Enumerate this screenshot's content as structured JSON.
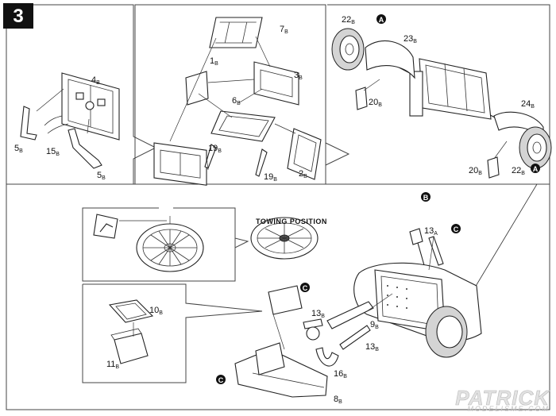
{
  "step": {
    "number": "3"
  },
  "panels": {
    "frame": "frame",
    "axle": "axle",
    "hub_detail": "hub-detail",
    "box_detail": "box-detail",
    "chassis": "chassis"
  },
  "labels": {
    "p4": {
      "num": "4",
      "sub": "B"
    },
    "p5a": {
      "num": "5",
      "sub": "B"
    },
    "p5b": {
      "num": "5",
      "sub": "B"
    },
    "p15": {
      "num": "15",
      "sub": "B"
    },
    "p7": {
      "num": "7",
      "sub": "B"
    },
    "p1": {
      "num": "1",
      "sub": "B"
    },
    "p3": {
      "num": "3",
      "sub": "B"
    },
    "p6": {
      "num": "6",
      "sub": "B"
    },
    "p19a": {
      "num": "19",
      "sub": "B"
    },
    "p19b": {
      "num": "19",
      "sub": "B"
    },
    "p2": {
      "num": "2",
      "sub": "B"
    },
    "p22a": {
      "num": "22",
      "sub": "B"
    },
    "p23": {
      "num": "23",
      "sub": "B"
    },
    "p20a": {
      "num": "20",
      "sub": "B"
    },
    "p24": {
      "num": "24",
      "sub": "B"
    },
    "p20b": {
      "num": "20",
      "sub": "B"
    },
    "p22b": {
      "num": "22",
      "sub": "B"
    },
    "p13a": {
      "num": "13",
      "sub": "A"
    },
    "p10": {
      "num": "10",
      "sub": "B"
    },
    "p11": {
      "num": "11",
      "sub": "B"
    },
    "p13b": {
      "num": "13",
      "sub": "B"
    },
    "p9": {
      "num": "9",
      "sub": "B"
    },
    "p13c": {
      "num": "13",
      "sub": "B"
    },
    "p16": {
      "num": "16",
      "sub": "B"
    },
    "p8": {
      "num": "8",
      "sub": "B"
    }
  },
  "markers": {
    "a_top": "A",
    "a_bottom": "A",
    "b": "B",
    "c_shovel": "C",
    "c_box": "C",
    "c_bed": "C"
  },
  "towing_position": {
    "label": "Towing Position"
  },
  "watermark": {
    "brand": "PATRICK",
    "domain": "MODELISME.COM"
  }
}
